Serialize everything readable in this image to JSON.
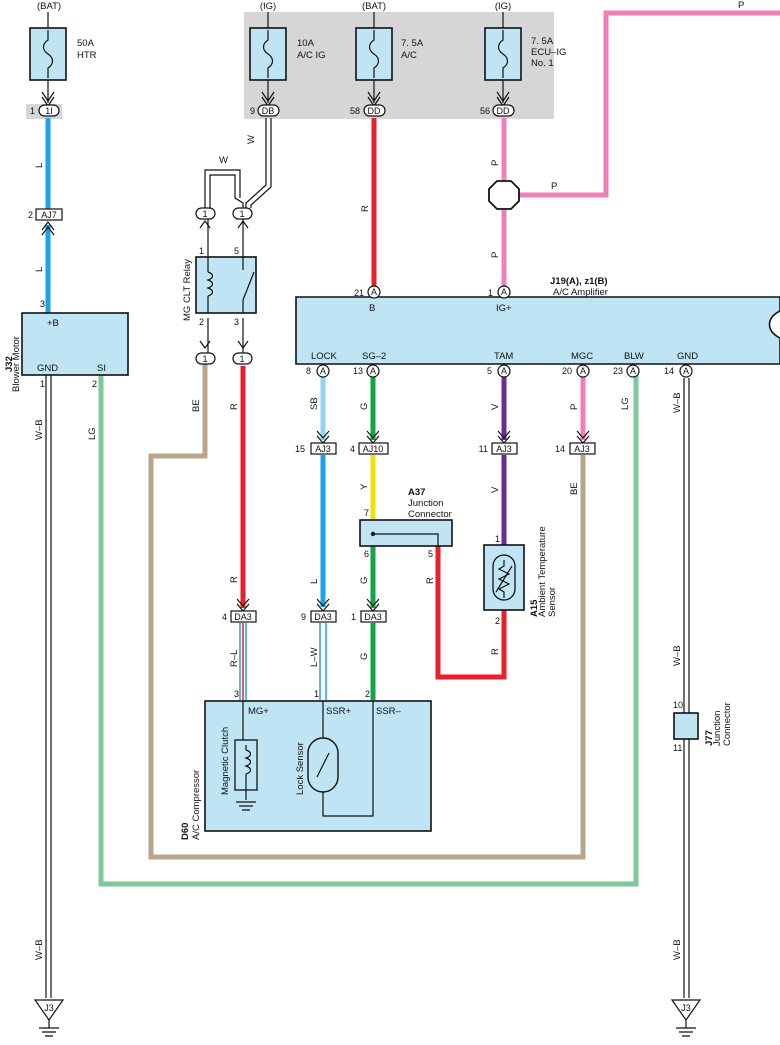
{
  "colors": {
    "L": "#1aa3e8",
    "R": "#e8202a",
    "P": "#ef7fb6",
    "BE": "#b8a58c",
    "LG": "#7cc99a",
    "G": "#11a54a",
    "SB": "#8fd3f5",
    "Y": "#f5e10a",
    "V": "#6a2c91",
    "W": "#ffffff",
    "WB": "#111111",
    "box_fill": "#bfe4f3",
    "fuse_area": "#d6d6d6"
  },
  "fuses": [
    {
      "source": "(BAT)",
      "rating": "50A",
      "name": "HTR",
      "connector": "1I",
      "pin": "1"
    },
    {
      "source": "(IG)",
      "rating": "10A",
      "name": "A/C IG",
      "connector": "DB",
      "pin": "9"
    },
    {
      "source": "(BAT)",
      "rating": "7. 5A",
      "name": "A/C",
      "connector": "DD",
      "pin": "58"
    },
    {
      "source": "(IG)",
      "rating": "7. 5A",
      "name": "ECU–IG",
      "name2": "No. 1",
      "connector": "DD",
      "pin": "56"
    }
  ],
  "blower": {
    "id": "J32",
    "name": "Blower Motor",
    "plus": "+B",
    "gnd": "GND",
    "si": "SI",
    "pin_plus": "3",
    "pin_gnd": "1",
    "pin_si": "2"
  },
  "amplifier": {
    "id": "J19(A), z1(B)",
    "name": "A/C Amplifier",
    "top_pins": [
      {
        "pin": "21",
        "conn": "A",
        "label": "B"
      },
      {
        "pin": "1",
        "conn": "A",
        "label": "IG+"
      }
    ],
    "bottom_pins": [
      {
        "pin": "8",
        "conn": "A",
        "label": "LOCK"
      },
      {
        "pin": "13",
        "conn": "A",
        "label": "SG–2"
      },
      {
        "pin": "5",
        "conn": "A",
        "label": "TAM"
      },
      {
        "pin": "20",
        "conn": "A",
        "label": "MGC"
      },
      {
        "pin": "23",
        "conn": "A",
        "label": "BLW"
      },
      {
        "pin": "14",
        "conn": "A",
        "label": "GND"
      }
    ]
  },
  "relay": {
    "name": "MG CLT Relay",
    "pins": [
      "1",
      "5",
      "2",
      "3"
    ],
    "conn": "1"
  },
  "junction_a37": {
    "id": "A37",
    "line1": "Junction",
    "line2": "Connector",
    "pins": [
      "7",
      "6",
      "5"
    ]
  },
  "sensor_a15": {
    "id": "A15",
    "line1": "Ambient Temperature",
    "line2": "Sensor",
    "pins": [
      "1",
      "2"
    ]
  },
  "compressor": {
    "id": "D60",
    "name": "A/C Compressor",
    "mg": "MG+",
    "ssrp": "SSR+",
    "ssrm": "SSR–",
    "clutch": "Magnetic Clutch",
    "lock": "Lock Sensor",
    "pins": [
      "3",
      "1",
      "2"
    ]
  },
  "junction_j77": {
    "id": "J77",
    "line1": "Junction",
    "line2": "Connector",
    "pins": [
      "10",
      "11"
    ]
  },
  "connectors": {
    "aj7": {
      "pin": "2",
      "name": "AJ7"
    },
    "aj3_lock": {
      "pin": "15",
      "name": "AJ3"
    },
    "aj10": {
      "pin": "4",
      "name": "AJ10"
    },
    "aj3_tam": {
      "pin": "11",
      "name": "AJ3"
    },
    "aj3_mgc": {
      "pin": "14",
      "name": "AJ3"
    },
    "da3_r": {
      "pin": "4",
      "name": "DA3"
    },
    "da3_l": {
      "pin": "9",
      "name": "DA3"
    },
    "da3_g": {
      "pin": "1",
      "name": "DA3"
    }
  },
  "ground": "J3",
  "wires": {
    "L": "L",
    "W": "W",
    "R": "R",
    "P": "P",
    "BE": "BE",
    "LG": "LG",
    "SB": "SB",
    "G": "G",
    "Y": "Y",
    "V": "V",
    "WB": "W–B",
    "RL": "R–L",
    "LW": "L–W"
  }
}
